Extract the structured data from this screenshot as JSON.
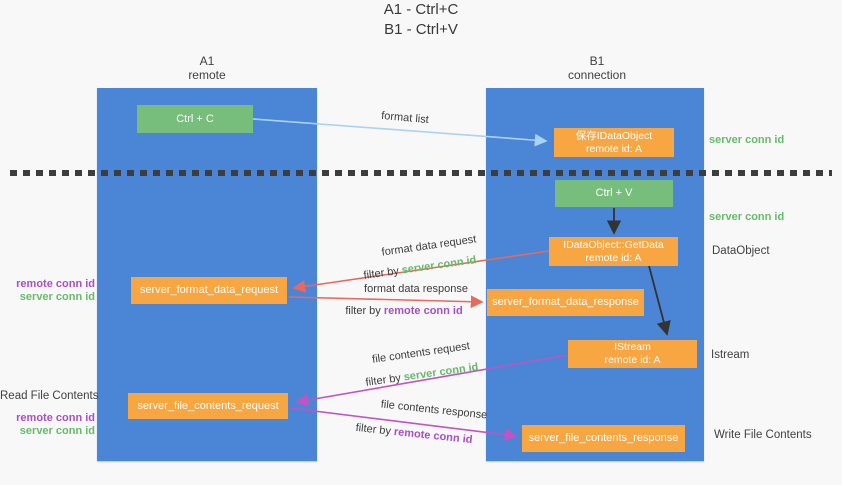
{
  "title": {
    "line1": "A1 - Ctrl+C",
    "line2": "B1 - Ctrl+V"
  },
  "columns": {
    "a": {
      "name": "A1",
      "subtitle": "remote"
    },
    "b": {
      "name": "B1",
      "subtitle": "connection"
    }
  },
  "nodes": {
    "ctrl_c": "Ctrl + C",
    "ctrl_v": "Ctrl + V",
    "save_idataobject_line1": "保存IDataObject",
    "save_idataobject_line2": "remote id: A",
    "getdata_line1": "IDataObject::GetData",
    "getdata_line2": "remote id: A",
    "istream_line1": "IStream",
    "istream_line2": "remote id: A",
    "format_request": "server_format_data_request",
    "format_response": "server_format_data_response",
    "contents_request": "server_file_contents_request",
    "contents_response": "server_file_contents_response"
  },
  "flow_labels": {
    "format_list": "format list",
    "format_data_request": "format data request",
    "format_data_response": "format data response",
    "file_contents_request": "file contents request",
    "file_contents_response": "file contents response",
    "filter_by": "filter by ",
    "server_conn_id": "server conn id",
    "remote_conn_id": "remote conn id"
  },
  "side_labels": {
    "server_conn_id_top": "server conn id",
    "server_conn_id_mid": "server conn id",
    "dataobject": "DataObject",
    "istream": "Istream",
    "write_file_contents": "Write File Contents",
    "read_file_contents": "Read File Contents",
    "remote_conn_id_1": "remote conn id",
    "server_conn_id_1": "server conn id",
    "remote_conn_id_2": "remote conn id",
    "server_conn_id_2": "server conn id"
  },
  "colors": {
    "lane_blue": "#4a85d6",
    "node_orange": "#f7a642",
    "node_green": "#77bd7c",
    "arrow_red": "#e8695e",
    "arrow_magenta": "#c353c3",
    "arrow_blue": "#a9d3f2",
    "arrow_black": "#333333",
    "text_green": "#66bb6a",
    "text_purple": "#a94fc6",
    "text_dark": "#3c3c3c"
  }
}
